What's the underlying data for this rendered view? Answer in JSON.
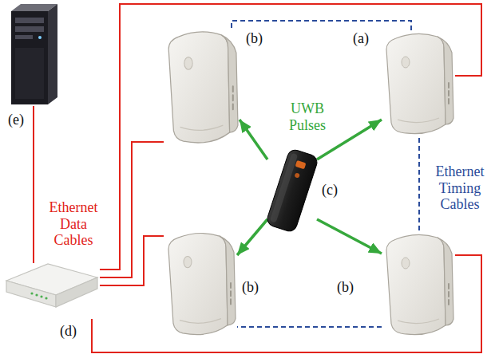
{
  "diagram": {
    "nodes": [
      {
        "text": [
          "(e)"
        ]
      },
      {
        "text": [
          "(b)"
        ]
      },
      {
        "text": [
          "(a)"
        ]
      },
      {
        "text": [
          "(c)"
        ]
      },
      {
        "text": [
          "(d)"
        ]
      },
      {
        "text": [
          "(b)"
        ]
      },
      {
        "text": [
          "(b)"
        ]
      }
    ],
    "edges": [
      {
        "from": 0,
        "to": 4,
        "arrow": "none"
      },
      {
        "from": 4,
        "to": 1,
        "arrow": "none"
      },
      {
        "from": 4,
        "to": 2,
        "arrow": "none"
      },
      {
        "from": 4,
        "to": 5,
        "arrow": "none"
      },
      {
        "from": 4,
        "to": 6,
        "arrow": "none"
      },
      {
        "from": 2,
        "to": 1,
        "arrow": "none"
      },
      {
        "from": 2,
        "to": 6,
        "arrow": "none"
      },
      {
        "from": 6,
        "to": 5,
        "arrow": "none"
      },
      {
        "from": 3,
        "to": 1,
        "arrow": "to"
      },
      {
        "from": 3,
        "to": 2,
        "arrow": "to"
      },
      {
        "from": 3,
        "to": 5,
        "arrow": "to"
      },
      {
        "from": 3,
        "to": 6,
        "arrow": "to"
      }
    ],
    "labels": [
      "UWB Pulses",
      "Ethernet Data Cables",
      "Ethernet Timing Cables"
    ]
  }
}
